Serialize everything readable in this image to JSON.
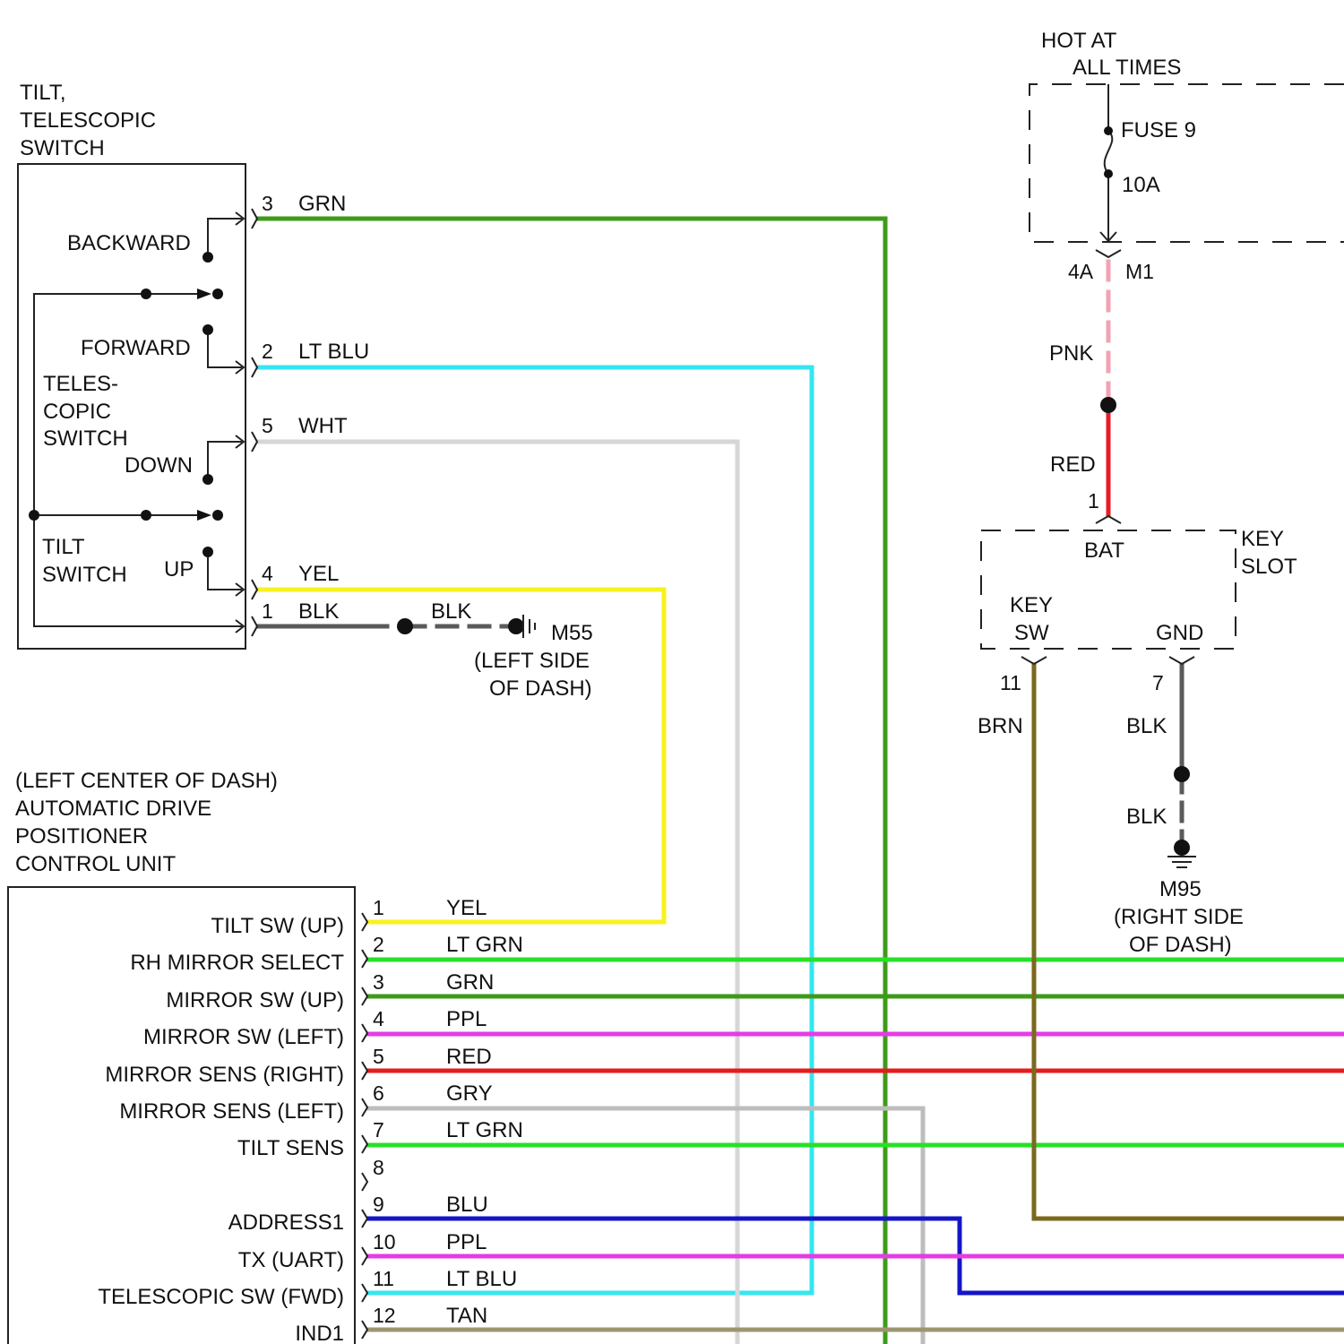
{
  "colors": {
    "GRN": "#3d9b1a",
    "LT BLU": "#35e6f2",
    "WHT": "#d6d6d6",
    "YEL": "#f7f21e",
    "BLK": "#5a5a5a",
    "LT GRN": "#28e028",
    "PPL": "#e53ce5",
    "RED": "#e51c1c",
    "GRY": "#bdbdbd",
    "BLU": "#1515c8",
    "TAN": "#9c9670",
    "BRN": "#7a6a1e",
    "PNK": "#f2a3b3",
    "RED_BAT": "#e51c2a"
  },
  "tilt_switch": {
    "title_lines": [
      "TILT,",
      "TELESCOPIC",
      "SWITCH"
    ],
    "backward": "BACKWARD",
    "forward": "FORWARD",
    "telescopic_lines": [
      "TELES-",
      "COPIC",
      "SWITCH"
    ],
    "down": "DOWN",
    "tilt_lines": [
      "TILT",
      "SWITCH"
    ],
    "up": "UP",
    "pins": [
      {
        "pin": "3",
        "color": "GRN"
      },
      {
        "pin": "2",
        "color": "LT BLU"
      },
      {
        "pin": "5",
        "color": "WHT"
      },
      {
        "pin": "4",
        "color": "YEL"
      },
      {
        "pin": "1",
        "color": "BLK"
      }
    ]
  },
  "ground_m55": {
    "wire": "BLK",
    "id": "M55",
    "location_lines": [
      "(LEFT SIDE",
      "OF DASH)"
    ]
  },
  "fuse": {
    "hot_lines": [
      "HOT AT",
      "ALL TIMES"
    ],
    "name": "FUSE 9",
    "rating": "10A",
    "conn_pin": "4A",
    "conn_id": "M1",
    "wire_top": "PNK",
    "wire_bottom": "RED"
  },
  "key_slot": {
    "title_lines": [
      "KEY",
      "SLOT"
    ],
    "bat": "BAT",
    "bat_pin": "1",
    "key_sw_lines": [
      "KEY",
      "SW"
    ],
    "gnd": "GND",
    "key_sw_pin": "11",
    "key_sw_wire": "BRN",
    "gnd_pin": "7",
    "gnd_wire": "BLK",
    "gnd_wire2": "BLK"
  },
  "ground_m95": {
    "id": "M95",
    "location_lines": [
      "(RIGHT SIDE",
      "OF DASH)"
    ]
  },
  "control_unit": {
    "title_lines": [
      "(LEFT CENTER OF DASH)",
      "AUTOMATIC DRIVE",
      "POSITIONER",
      "CONTROL UNIT"
    ],
    "pins": [
      {
        "pin": "1",
        "label": "TILT SW (UP)",
        "color": "YEL"
      },
      {
        "pin": "2",
        "label": "RH MIRROR SELECT",
        "color": "LT GRN"
      },
      {
        "pin": "3",
        "label": "MIRROR SW (UP)",
        "color": "GRN"
      },
      {
        "pin": "4",
        "label": "MIRROR SW (LEFT)",
        "color": "PPL"
      },
      {
        "pin": "5",
        "label": "MIRROR SENS (RIGHT)",
        "color": "RED"
      },
      {
        "pin": "6",
        "label": "MIRROR SENS (LEFT)",
        "color": "GRY"
      },
      {
        "pin": "7",
        "label": "TILT SENS",
        "color": "LT GRN"
      },
      {
        "pin": "8",
        "label": "",
        "color": ""
      },
      {
        "pin": "9",
        "label": "ADDRESS1",
        "color": "BLU"
      },
      {
        "pin": "10",
        "label": "TX (UART)",
        "color": "PPL"
      },
      {
        "pin": "11",
        "label": "TELESCOPIC SW (FWD)",
        "color": "LT BLU"
      },
      {
        "pin": "12",
        "label": "IND1",
        "color": "TAN"
      }
    ]
  }
}
